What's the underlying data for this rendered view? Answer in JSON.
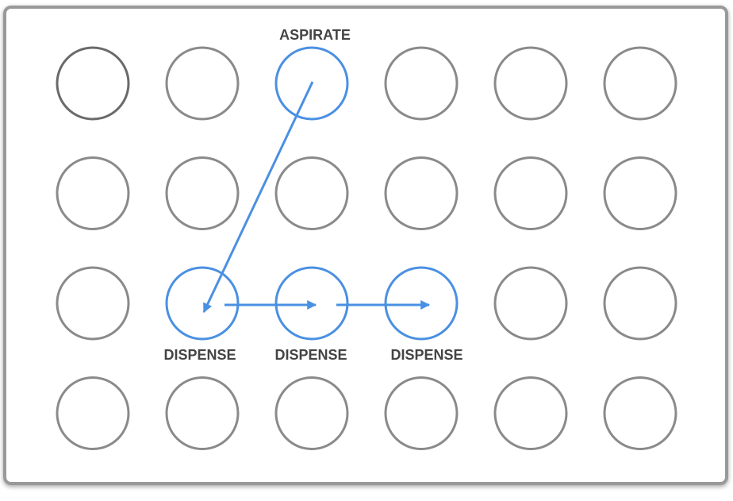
{
  "plate": {
    "rows": 4,
    "cols": 6,
    "highlighted_wells": [
      "A3",
      "C2",
      "C3",
      "C4"
    ]
  },
  "labels": {
    "aspirate": "ASPIRATE",
    "dispense_1": "DISPENSE",
    "dispense_2": "DISPENSE",
    "dispense_3": "DISPENSE"
  },
  "colors": {
    "well": "#8a8a8a",
    "well_dark": "#6a6a6a",
    "highlight": "#4a90e2",
    "label": "#444444",
    "plate_border": "#999999"
  }
}
